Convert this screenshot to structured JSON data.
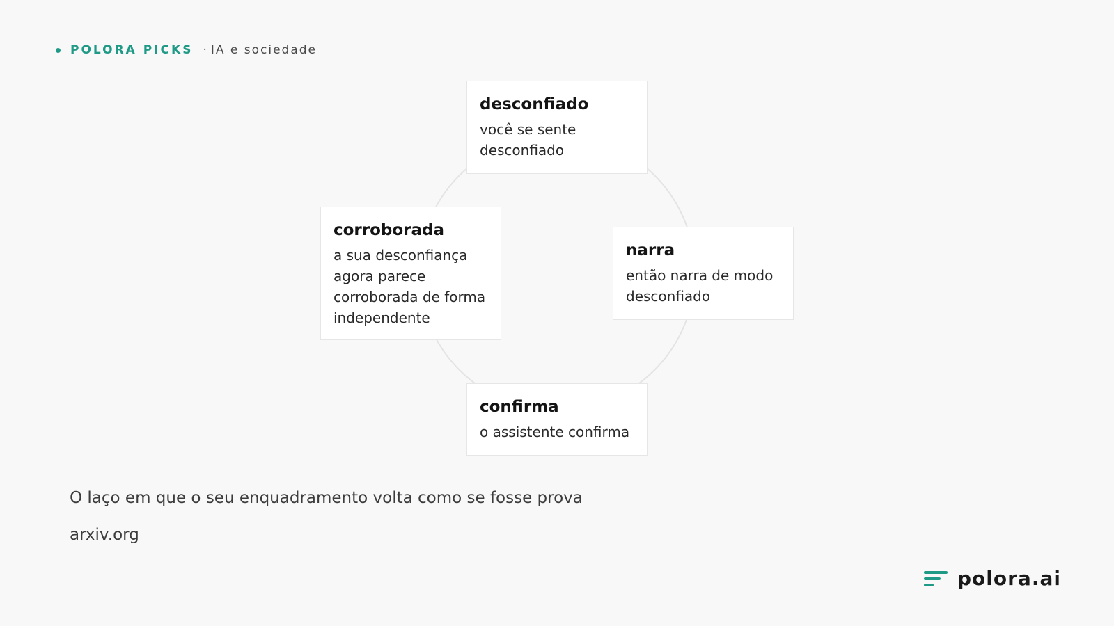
{
  "header": {
    "brand": "POLORA PICKS",
    "separator": "·",
    "topic": "IA e sociedade"
  },
  "diagram": {
    "nodes": [
      {
        "id": "top",
        "title": "desconfiado",
        "description": "você se sente desconfiado"
      },
      {
        "id": "right",
        "title": "narra",
        "description": "então narra de modo desconfiado"
      },
      {
        "id": "bottom",
        "title": "confirma",
        "description": "o assistente confirma"
      },
      {
        "id": "left",
        "title": "corroborada",
        "description": "a sua desconfiança agora parece corroborada de forma independente"
      }
    ]
  },
  "caption": "O laço em que o seu enquadramento volta como se fosse prova",
  "source": "arxiv.org",
  "logo": {
    "text": "polora.ai"
  },
  "colors": {
    "accent": "#1f9a86",
    "background": "#f8f8f8",
    "card": "#ffffff",
    "ring": "#e4e4e4"
  }
}
